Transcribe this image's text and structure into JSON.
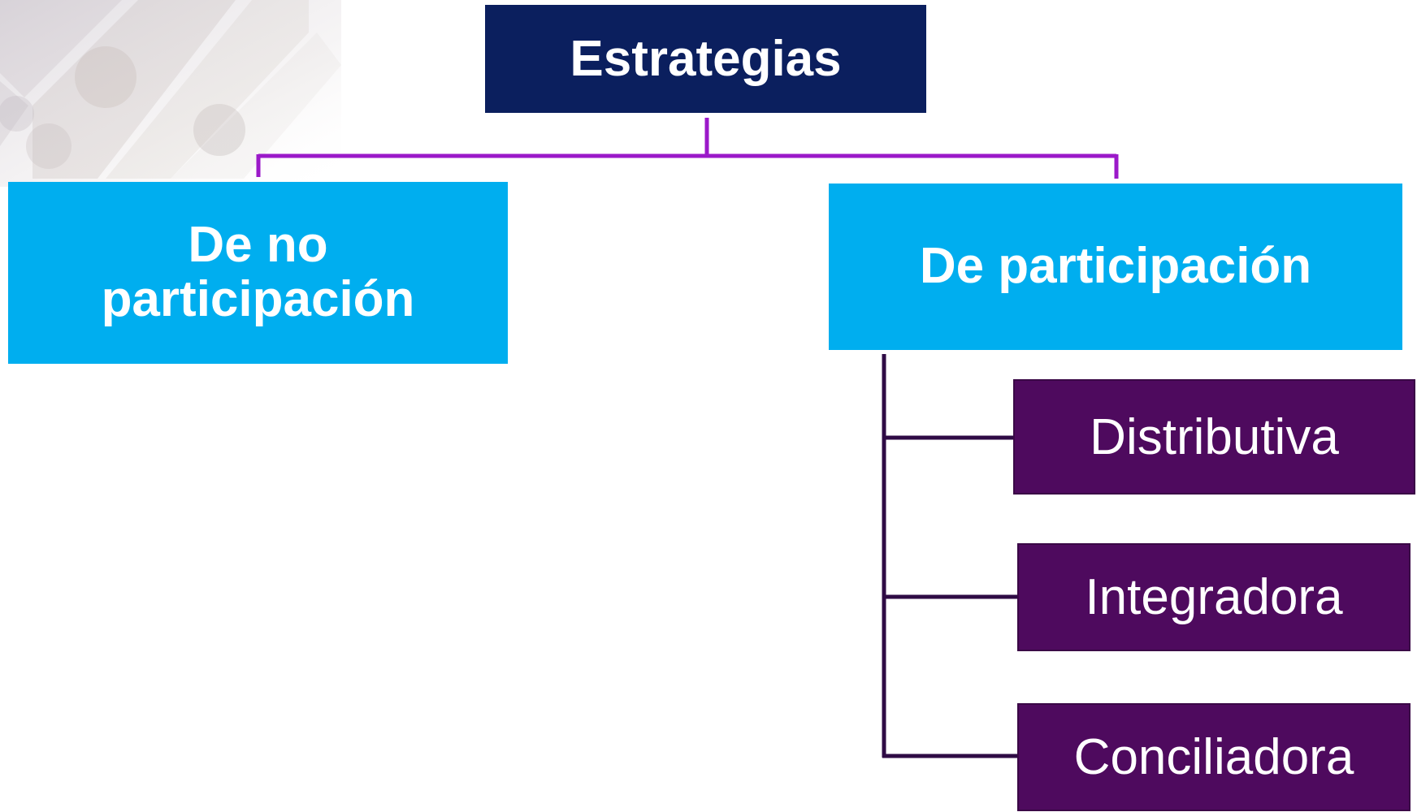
{
  "diagram": {
    "root": {
      "label": "Estrategias"
    },
    "categories": [
      {
        "label": "De no participación"
      },
      {
        "label": "De participación",
        "children": [
          {
            "label": "Distributiva"
          },
          {
            "label": "Integradora"
          },
          {
            "label": "Conciliadora"
          }
        ]
      }
    ]
  },
  "colors": {
    "root_fill": "#0b1f5e",
    "category_fill": "#00aeef",
    "child_fill": "#4e0a5e",
    "top_connector": "#9b19c9",
    "child_connector": "#2f0b45",
    "text": "#ffffff"
  }
}
